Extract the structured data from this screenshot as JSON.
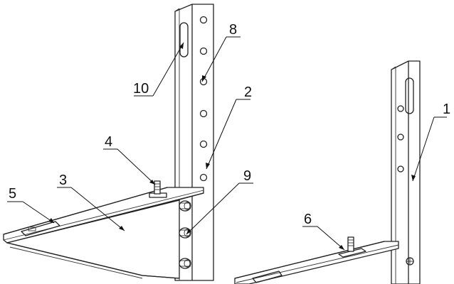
{
  "labels": [
    {
      "id": "1",
      "text": "1"
    },
    {
      "id": "2",
      "text": "2"
    },
    {
      "id": "3",
      "text": "3"
    },
    {
      "id": "4",
      "text": "4"
    },
    {
      "id": "5",
      "text": "5"
    },
    {
      "id": "6",
      "text": "6"
    },
    {
      "id": "8",
      "text": "8"
    },
    {
      "id": "9",
      "text": "9"
    },
    {
      "id": "10",
      "text": "10"
    }
  ]
}
